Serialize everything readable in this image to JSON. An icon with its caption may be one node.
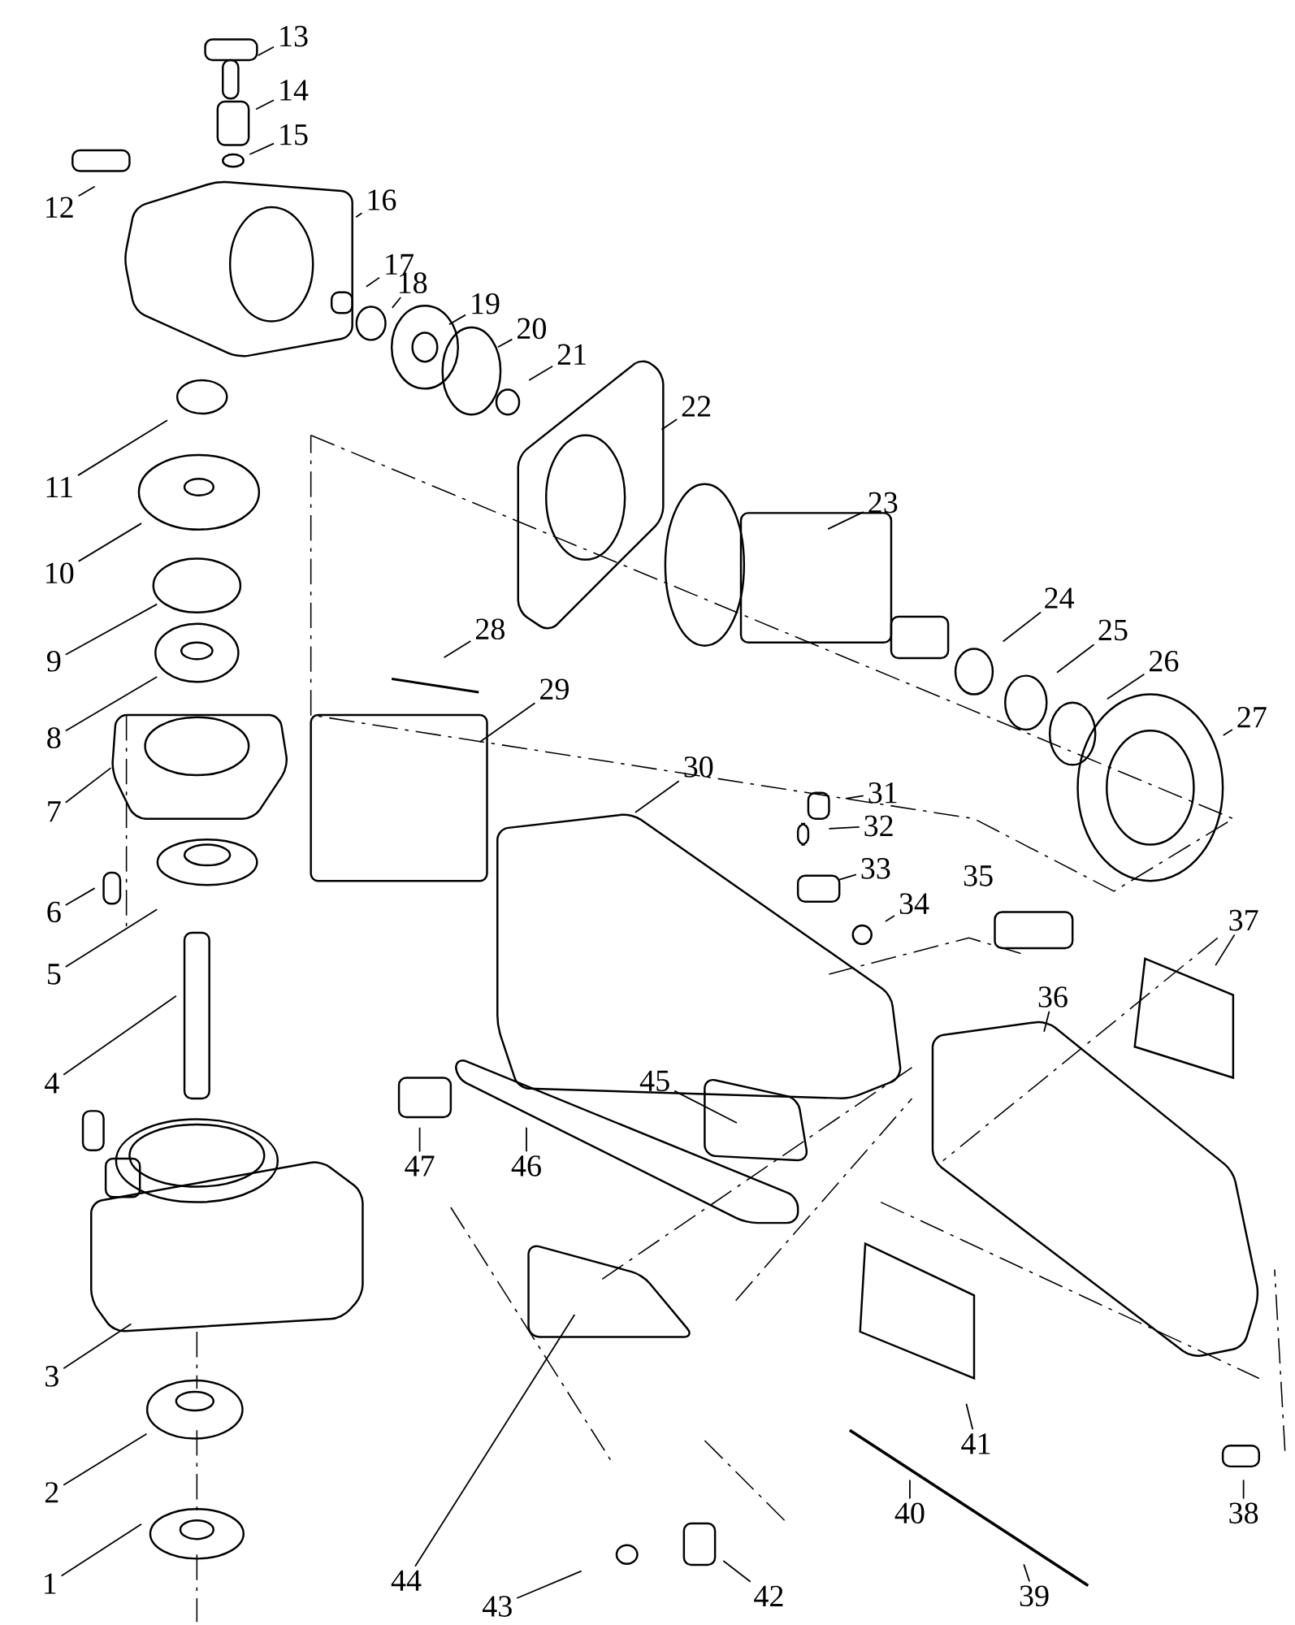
{
  "diagram": {
    "nodes": [
      {
        "text": [
          "1"
        ]
      },
      {
        "text": [
          "2"
        ]
      },
      {
        "text": [
          "3"
        ]
      },
      {
        "text": [
          "4"
        ]
      },
      {
        "text": [
          "5"
        ]
      },
      {
        "text": [
          "6"
        ]
      },
      {
        "text": [
          "7"
        ]
      },
      {
        "text": [
          "8"
        ]
      },
      {
        "text": [
          "9"
        ]
      },
      {
        "text": [
          "10"
        ]
      },
      {
        "text": [
          "11"
        ]
      },
      {
        "text": [
          "12"
        ]
      },
      {
        "text": [
          "13"
        ]
      },
      {
        "text": [
          "14"
        ]
      },
      {
        "text": [
          "15"
        ]
      },
      {
        "text": [
          "16"
        ]
      },
      {
        "text": [
          "17"
        ]
      },
      {
        "text": [
          "18"
        ]
      },
      {
        "text": [
          "19"
        ]
      },
      {
        "text": [
          "20"
        ]
      },
      {
        "text": [
          "21"
        ]
      },
      {
        "text": [
          "22"
        ]
      },
      {
        "text": [
          "23"
        ]
      },
      {
        "text": [
          "24"
        ]
      },
      {
        "text": [
          "25"
        ]
      },
      {
        "text": [
          "26"
        ]
      },
      {
        "text": [
          "27"
        ]
      },
      {
        "text": [
          "28"
        ]
      },
      {
        "text": [
          "29"
        ]
      },
      {
        "text": [
          "30"
        ]
      },
      {
        "text": [
          "31"
        ]
      },
      {
        "text": [
          "32"
        ]
      },
      {
        "text": [
          "33"
        ]
      },
      {
        "text": [
          "34"
        ]
      },
      {
        "text": [
          "36"
        ]
      },
      {
        "text": [
          "37"
        ]
      },
      {
        "text": [
          "38"
        ]
      },
      {
        "text": [
          "39"
        ]
      },
      {
        "text": [
          "40"
        ]
      },
      {
        "text": [
          "41"
        ]
      },
      {
        "text": [
          "42"
        ]
      },
      {
        "text": [
          "43"
        ]
      },
      {
        "text": [
          "44"
        ]
      },
      {
        "text": [
          "45"
        ]
      },
      {
        "text": [
          "46"
        ]
      },
      {
        "text": [
          "47"
        ]
      }
    ],
    "edges": [
      {
        "from": 0,
        "to": null,
        "arrow": "none"
      },
      {
        "from": 1,
        "to": null,
        "arrow": "none"
      },
      {
        "from": 2,
        "to": null,
        "arrow": "none"
      },
      {
        "from": 3,
        "to": null,
        "arrow": "none"
      },
      {
        "from": 4,
        "to": null,
        "arrow": "none"
      },
      {
        "from": 5,
        "to": null,
        "arrow": "none"
      },
      {
        "from": 6,
        "to": null,
        "arrow": "none"
      },
      {
        "from": 7,
        "to": null,
        "arrow": "none"
      },
      {
        "from": 8,
        "to": null,
        "arrow": "none"
      },
      {
        "from": 9,
        "to": null,
        "arrow": "none"
      },
      {
        "from": 10,
        "to": null,
        "arrow": "none"
      },
      {
        "from": 11,
        "to": null,
        "arrow": "none"
      },
      {
        "from": 12,
        "to": null,
        "arrow": "none"
      },
      {
        "from": 13,
        "to": null,
        "arrow": "none"
      },
      {
        "from": 14,
        "to": null,
        "arrow": "none"
      },
      {
        "from": 15,
        "to": null,
        "arrow": "none"
      },
      {
        "from": 16,
        "to": null,
        "arrow": "none"
      },
      {
        "from": 17,
        "to": null,
        "arrow": "none"
      },
      {
        "from": 18,
        "to": null,
        "arrow": "none"
      },
      {
        "from": 19,
        "to": null,
        "arrow": "none"
      },
      {
        "from": 20,
        "to": null,
        "arrow": "none"
      },
      {
        "from": 21,
        "to": null,
        "arrow": "none"
      },
      {
        "from": 22,
        "to": null,
        "arrow": "none"
      },
      {
        "from": 23,
        "to": null,
        "arrow": "none"
      },
      {
        "from": 24,
        "to": null,
        "arrow": "none"
      },
      {
        "from": 25,
        "to": null,
        "arrow": "none"
      },
      {
        "from": 26,
        "to": null,
        "arrow": "none"
      },
      {
        "from": 27,
        "to": null,
        "arrow": "none"
      },
      {
        "from": 28,
        "to": null,
        "arrow": "none"
      },
      {
        "from": 29,
        "to": null,
        "arrow": "none"
      },
      {
        "from": 30,
        "to": null,
        "arrow": "none"
      },
      {
        "from": 31,
        "to": null,
        "arrow": "none"
      },
      {
        "from": 32,
        "to": null,
        "arrow": "none"
      },
      {
        "from": 33,
        "to": null,
        "arrow": "none"
      },
      {
        "from": 34,
        "to": null,
        "arrow": "none"
      },
      {
        "from": 35,
        "to": null,
        "arrow": "none"
      },
      {
        "from": 36,
        "to": null,
        "arrow": "none"
      },
      {
        "from": 37,
        "to": null,
        "arrow": "none"
      },
      {
        "from": 38,
        "to": null,
        "arrow": "none"
      },
      {
        "from": 39,
        "to": null,
        "arrow": "none"
      },
      {
        "from": 40,
        "to": null,
        "arrow": "none"
      },
      {
        "from": 41,
        "to": null,
        "arrow": "none"
      },
      {
        "from": 42,
        "to": null,
        "arrow": "none"
      },
      {
        "from": 43,
        "to": null,
        "arrow": "none"
      },
      {
        "from": 44,
        "to": null,
        "arrow": "none"
      },
      {
        "from": 45,
        "to": null,
        "arrow": "none"
      }
    ],
    "labels": [
      "35"
    ]
  }
}
